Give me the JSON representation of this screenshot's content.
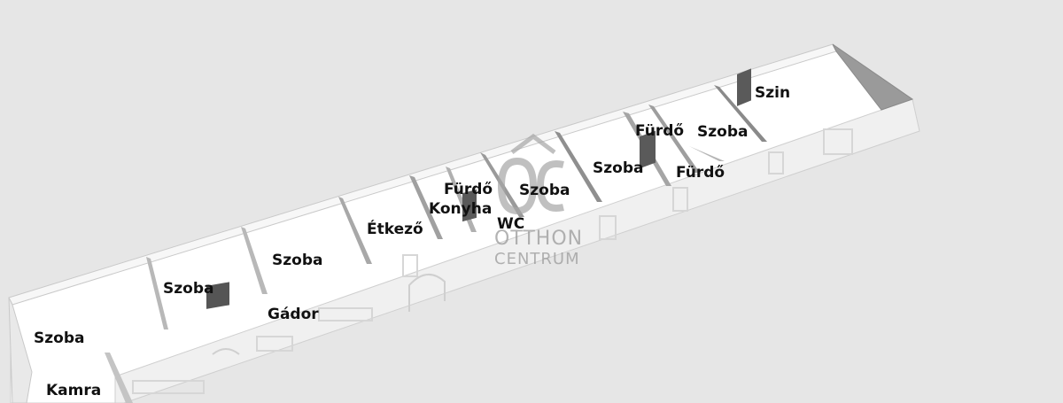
{
  "rooms": {
    "szoba_1": "Szoba",
    "kamra": "Kamra",
    "szoba_2": "Szoba",
    "gador": "Gádor",
    "szoba_3": "Szoba",
    "etkezo": "Étkező",
    "furdo_1": "Fürdő",
    "konyha": "Konyha",
    "wc": "WC",
    "szoba_4": "Szoba",
    "szoba_5": "Szoba",
    "furdo_2": "Fürdő",
    "szoba_6": "Szoba",
    "furdo_3": "Fürdő",
    "szin": "Szin"
  },
  "watermark": {
    "monogram": "OC",
    "line1": "OTTHON",
    "line2": "CENTRUM"
  },
  "colors": {
    "background": "#e6e6e6",
    "floor": "#ffffff",
    "wall_top": "#f7f7f7",
    "wall_front": "#f0f0f0",
    "wall_shadow": "#8a8a8a",
    "door": "#555555",
    "label": "#111111",
    "watermark": "#9a9a9a"
  }
}
